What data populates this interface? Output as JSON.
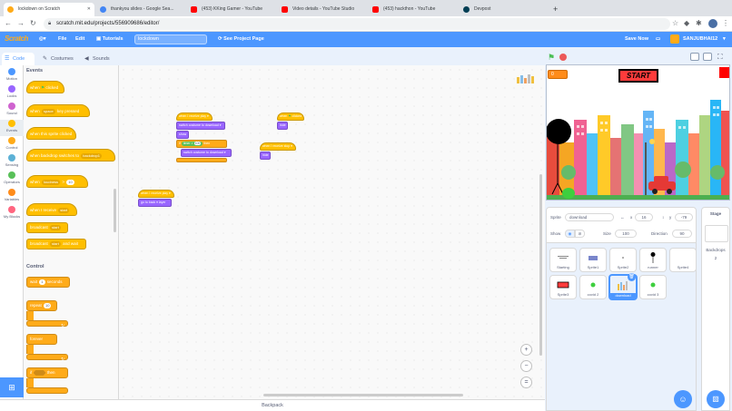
{
  "browser": {
    "tabs": [
      {
        "title": "lockdown on Scratch",
        "favicon_color": "#ffab19"
      },
      {
        "title": "thankyou slides - Google Sea...",
        "favicon_color": "#4285f4"
      },
      {
        "title": "(453) KKing Gamer - YouTube",
        "favicon_color": "#ff0000"
      },
      {
        "title": "Video details - YouTube Studio",
        "favicon_color": "#ff0000"
      },
      {
        "title": "(453) hackthon - YouTube",
        "favicon_color": "#ff0000"
      },
      {
        "title": "Devpost",
        "favicon_color": "#003e54"
      }
    ],
    "url": "scratch.mit.edu/projects/556909686/editor/"
  },
  "menubar": {
    "logo": "Scratch",
    "file": "File",
    "edit": "Edit",
    "tutorials": "Tutorials",
    "project_title": "lockdown",
    "see_project_page": "See Project Page",
    "save_now": "Save Now",
    "username": "SANJUBHAI12"
  },
  "editor_tabs": {
    "code": "Code",
    "costumes": "Costumes",
    "sounds": "Sounds"
  },
  "categories": [
    {
      "label": "Motion",
      "color": "#4c97ff"
    },
    {
      "label": "Looks",
      "color": "#9966ff"
    },
    {
      "label": "Sound",
      "color": "#cf63cf"
    },
    {
      "label": "Events",
      "color": "#ffbf00"
    },
    {
      "label": "Control",
      "color": "#ffab19"
    },
    {
      "label": "Sensing",
      "color": "#5cb1d6"
    },
    {
      "label": "Operators",
      "color": "#59c059"
    },
    {
      "label": "Variables",
      "color": "#ff8c1a"
    },
    {
      "label": "My Blocks",
      "color": "#ff6680"
    }
  ],
  "palette": {
    "events_title": "Events",
    "control_title": "Control",
    "when_flag": "when",
    "clicked": "clicked",
    "when_key": "when",
    "key_value": "space",
    "key_pressed": "key pressed",
    "when_sprite_clicked": "when this sprite clicked",
    "when_backdrop": "when backdrop switches to",
    "backdrop_value": "backdrop1",
    "when_loudness": "when",
    "loudness_value": "loudness",
    "gt": ">",
    "loudness_num": "10",
    "when_receive": "when I receive",
    "message_value": "start",
    "broadcast": "broadcast",
    "broadcast_value": "start",
    "broadcast_wait": "broadcast",
    "broadcast_wait_value": "start",
    "and_wait": "and wait",
    "wait": "wait",
    "wait_num": "1",
    "seconds": "seconds",
    "repeat": "repeat",
    "repeat_num": "10",
    "forever": "forever",
    "if": "if",
    "then": "then"
  },
  "scripts": {
    "s1_hat": "when I receive",
    "s1_hat_val": "play",
    "s1_b1": "switch costume to",
    "s1_b1_val": "download",
    "s1_b2": "show",
    "s1_b3_if": "if",
    "s1_b3_op": "timer",
    "s1_b3_gt": ">",
    "s1_b3_num": "100",
    "s1_b3_then": "then",
    "s1_b4": "switch costume to",
    "s1_b4_val": "download",
    "s2_hat": "when",
    "s2_hat_val": "clicked",
    "s2_b1": "hide",
    "s3_hat": "when I receive",
    "s3_hat_val": "stop",
    "s3_b1": "hide",
    "s4_hat": "when I receive",
    "s4_hat_val": "play",
    "s4_b1": "go to",
    "s4_b1_val": "back",
    "s4_b1_end": "layer"
  },
  "backpack": "Backpack",
  "stage": {
    "start_label": "START",
    "counter_value": "0"
  },
  "sprite_info": {
    "sprite_label": "Sprite",
    "sprite_name": "download",
    "x_label": "x",
    "x_value": "16",
    "y_label": "y",
    "y_value": "-79",
    "show_label": "Show",
    "size_label": "Size",
    "size_value": "100",
    "direction_label": "Direction",
    "direction_value": "90"
  },
  "sprites": [
    {
      "name": "Starting"
    },
    {
      "name": "Sprite1"
    },
    {
      "name": "Sprite2"
    },
    {
      "name": "runner"
    },
    {
      "name": "Sprite4"
    },
    {
      "name": "Sprite3"
    },
    {
      "name": "covid 2"
    },
    {
      "name": "download"
    },
    {
      "name": "covid 3"
    }
  ],
  "stage_selector": {
    "title": "Stage",
    "backdrops_label": "Backdrops",
    "backdrops_count": "2"
  }
}
